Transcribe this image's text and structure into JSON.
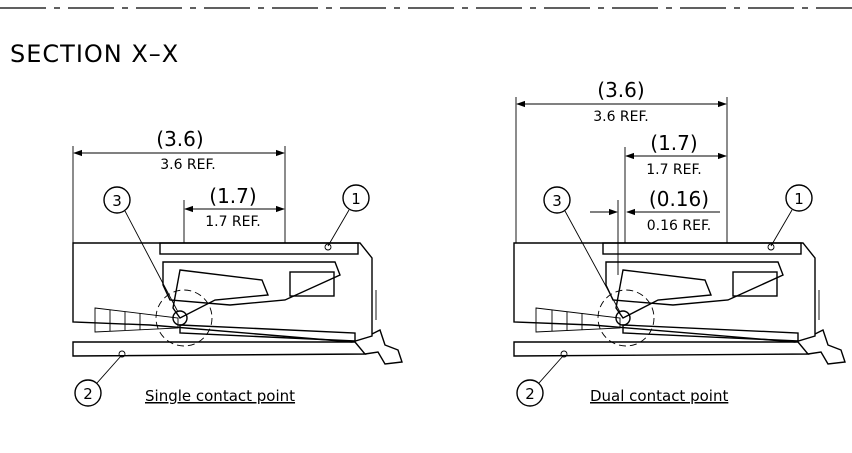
{
  "section_title": "SECTION X–X",
  "views": [
    {
      "caption": "Single contact point",
      "dims": [
        {
          "paren": "(3.6)",
          "ref": "3.6 REF."
        },
        {
          "paren": "(1.7)",
          "ref": "1.7 REF."
        }
      ],
      "balloons": [
        "1",
        "2",
        "3"
      ]
    },
    {
      "caption": "Dual contact point",
      "dims": [
        {
          "paren": "(3.6)",
          "ref": "3.6 REF."
        },
        {
          "paren": "(1.7)",
          "ref": "1.7 REF."
        },
        {
          "paren": "(0.16)",
          "ref": "0.16 REF."
        }
      ],
      "balloons": [
        "1",
        "2",
        "3"
      ]
    }
  ],
  "colors": {
    "line": "#000000",
    "background": "#ffffff"
  }
}
